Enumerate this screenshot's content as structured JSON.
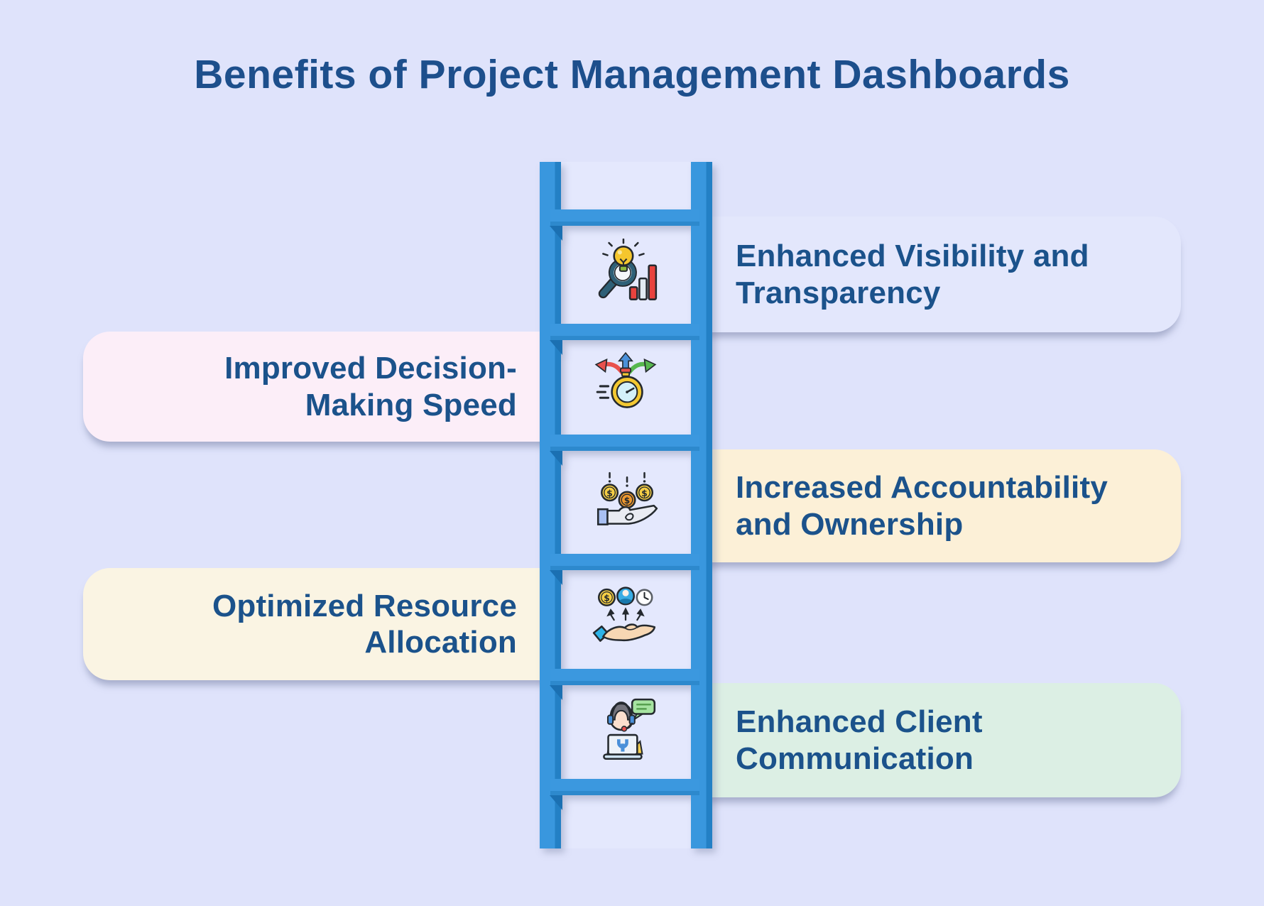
{
  "title": "Benefits of Project Management Dashboards",
  "palette": {
    "page_bg": "#dfe3fb",
    "ladder_blue": "#3997de",
    "ladder_edge_blue": "#2380c5",
    "rung_blue": "#3494db",
    "rung_shadow_notch": "#1b70b2",
    "ladder_inner_panel": "#e4e8fd",
    "title_color": "#1d4f8c",
    "card_text_color": "#1b528b"
  },
  "benefits": [
    {
      "label": "Enhanced Visibility and\nTransparency",
      "side": "right",
      "card_color": "#e3e7fc",
      "icon": "magnifier-growth-icon"
    },
    {
      "label": "Improved Decision-\nMaking Speed",
      "side": "left",
      "card_color": "#fceef8",
      "icon": "speed-stopwatch-icon"
    },
    {
      "label": "Increased Accountability\nand Ownership",
      "side": "right",
      "card_color": "#fcf0d7",
      "icon": "coins-hand-icon"
    },
    {
      "label": "Optimized Resource\nAllocation",
      "side": "left",
      "card_color": "#faf4e3",
      "icon": "resource-allocation-hand-icon"
    },
    {
      "label": "Enhanced Client\nCommunication",
      "side": "right",
      "card_color": "#dcefe4",
      "icon": "support-agent-icon"
    }
  ]
}
